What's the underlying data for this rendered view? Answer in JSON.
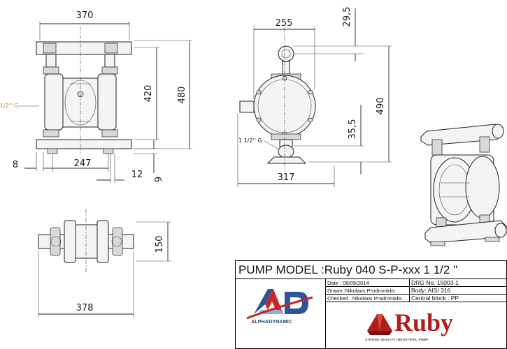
{
  "dimensions": {
    "front_width": "370",
    "front_height_inner": "420",
    "front_height_total": "480",
    "front_port_label": "1/2'' G",
    "front_offset_left": "8",
    "front_feet_span": "247",
    "front_foot_width": "12",
    "front_foot_height": "9",
    "side_width_top": "255",
    "side_top_offset": "29,5",
    "side_height_total": "490",
    "side_bottom_offset": "35,5",
    "side_port_label": "1 1/2'' G",
    "side_base_width": "317",
    "plan_depth": "150",
    "plan_width": "378"
  },
  "title_block": {
    "model": "PUMP MODEL :Ruby 040 S-P-xxx     1 1/2 ''",
    "date": "Date : 08/09/2014",
    "drawn": "Drawn :Nikolaos Prodromidis",
    "checked": "Checked : Nikolaos Prodromidis",
    "drg_no": "DRG No. 15003-1",
    "body": "Body: AISI 316",
    "central_block": "Central block : PP",
    "company_name": "ALPHADYNAMIC",
    "brand": "Ruby",
    "brand_tagline": "STRONG QUALITY INDUSTRIAL PUMP"
  },
  "colors": {
    "line": "#222222",
    "port_label": "#c0843c",
    "brand_red": "#b01d1d",
    "company_blue": "#1c3f7a"
  }
}
